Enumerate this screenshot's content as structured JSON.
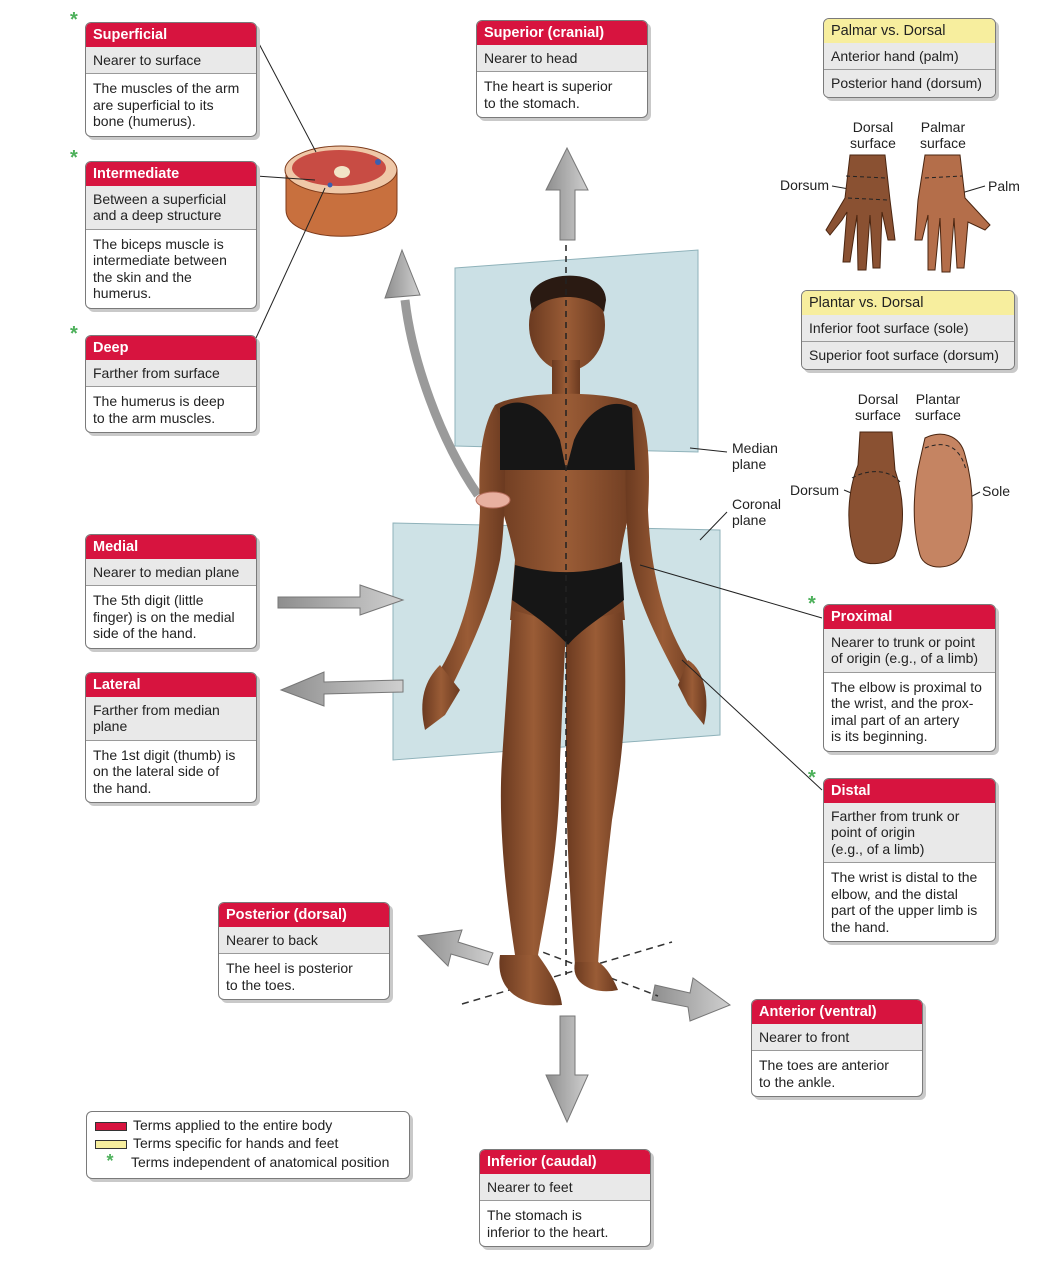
{
  "boxes": {
    "superficial": {
      "title": "Superficial",
      "def": "Nearer to surface",
      "ex": "The muscles of the arm\nare superficial to its\nbone (humerus)."
    },
    "intermediate": {
      "title": "Intermediate",
      "def": "Between a superficial\nand a deep structure",
      "ex": "The biceps muscle is\nintermediate between\nthe skin and the\nhumerus."
    },
    "deep": {
      "title": "Deep",
      "def": "Farther from surface",
      "ex": "The humerus is deep\nto the arm muscles."
    },
    "medial": {
      "title": "Medial",
      "def": "Nearer to median plane",
      "ex": "The 5th digit (little\nfinger) is on the medial\nside of the hand."
    },
    "lateral": {
      "title": "Lateral",
      "def": "Farther from median\nplane",
      "ex": "The 1st digit (thumb) is\non the lateral side of\nthe hand."
    },
    "superior": {
      "title": "Superior (cranial)",
      "def": "Nearer to head",
      "ex": "The heart is superior\nto the stomach."
    },
    "inferior": {
      "title": "Inferior (caudal)",
      "def": "Nearer to feet",
      "ex": "The stomach is\ninferior to the heart."
    },
    "posterior": {
      "title": "Posterior (dorsal)",
      "def": "Nearer to back",
      "ex": "The heel is posterior\nto the toes."
    },
    "anterior": {
      "title": "Anterior (ventral)",
      "def": "Nearer to front",
      "ex": "The toes are anterior\nto the ankle."
    },
    "proximal": {
      "title": "Proximal",
      "def": "Nearer to trunk or point\nof origin (e.g., of a limb)",
      "ex": "The elbow is proximal to\nthe wrist, and the prox-\nimal part of an artery\nis its beginning."
    },
    "distal": {
      "title": "Distal",
      "def": "Farther from trunk or\npoint of origin\n(e.g., of a limb)",
      "ex": "The wrist is distal to the\nelbow, and the distal\npart of the upper limb is\nthe hand."
    },
    "palmar": {
      "title": "Palmar vs. Dorsal",
      "def1": "Anterior hand (palm)",
      "def2": "Posterior hand (dorsum)"
    },
    "plantar": {
      "title": "Plantar vs. Dorsal",
      "def1": "Inferior foot surface (sole)",
      "def2": "Superior foot surface (dorsum)"
    }
  },
  "labels": {
    "dorsal_surface_hand": "Dorsal\nsurface",
    "palmar_surface": "Palmar\nsurface",
    "dorsum_hand": "Dorsum",
    "palm": "Palm",
    "dorsal_surface_foot": "Dorsal\nsurface",
    "plantar_surface": "Plantar\nsurface",
    "dorsum_foot": "Dorsum",
    "sole": "Sole",
    "median_plane": "Median\nplane",
    "coronal_plane": "Coronal\nplane"
  },
  "star_symbol": "*",
  "legend": {
    "entire_body": "Terms applied to the entire body",
    "hands_feet": "Terms specific for hands and feet",
    "independent": "Terms independent of anatomical position"
  },
  "colors": {
    "red": "#d7143f",
    "yellow": "#f7ee9e",
    "star": "#4cb05a",
    "arrow": "#a9a9a9",
    "plane": "#b9d6dc",
    "skin": "#8a5132"
  }
}
